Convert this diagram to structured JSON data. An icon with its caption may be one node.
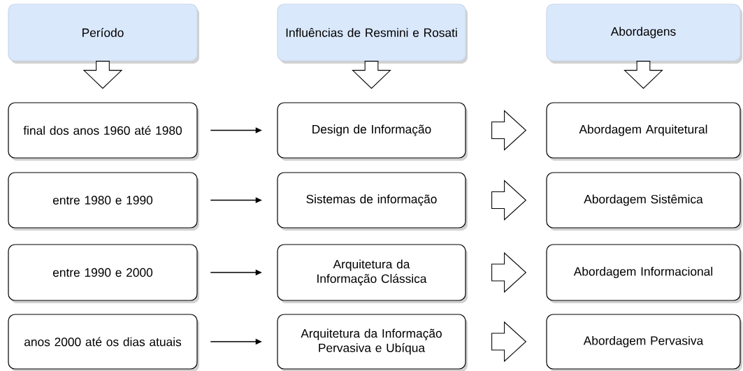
{
  "diagram": {
    "nodes": [
      {
        "text": [
          "Período"
        ]
      },
      {
        "text": [
          "Influências de Resmini e Rosati"
        ]
      },
      {
        "text": [
          "Abordagens"
        ]
      },
      {
        "text": [
          "final dos anos 1960 até 1980"
        ]
      },
      {
        "text": [
          "Design de Informação"
        ]
      },
      {
        "text": [
          "Abordagem Arquitetural"
        ]
      },
      {
        "text": [
          "entre 1980 e 1990"
        ]
      },
      {
        "text": [
          "Sistemas de informação"
        ]
      },
      {
        "text": [
          "Abordagem Sistêmica"
        ]
      },
      {
        "text": [
          "entre 1990 e 2000"
        ]
      },
      {
        "text": [
          "Arquitetura da Informação Clássica"
        ]
      },
      {
        "text": [
          "Abordagem Informacional"
        ]
      },
      {
        "text": [
          "anos 2000 até os dias atuais"
        ]
      },
      {
        "text": [
          "Arquitetura da Informação Pervasiva e Ubíqua"
        ]
      },
      {
        "text": [
          "Abordagem Pervasiva"
        ]
      }
    ],
    "edges": [
      {
        "from": 0,
        "to": 3,
        "arrow": "to",
        "style": "thick"
      },
      {
        "from": 1,
        "to": 4,
        "arrow": "to",
        "style": "thick"
      },
      {
        "from": 2,
        "to": 5,
        "arrow": "to",
        "style": "thick"
      },
      {
        "from": 3,
        "to": 4,
        "arrow": "to"
      },
      {
        "from": 4,
        "to": 5,
        "arrow": "to",
        "style": "thick"
      },
      {
        "from": 6,
        "to": 7,
        "arrow": "to"
      },
      {
        "from": 7,
        "to": 8,
        "arrow": "to",
        "style": "thick"
      },
      {
        "from": 9,
        "to": 10,
        "arrow": "to"
      },
      {
        "from": 10,
        "to": 11,
        "arrow": "to",
        "style": "thick"
      },
      {
        "from": 12,
        "to": 13,
        "arrow": "to"
      },
      {
        "from": 13,
        "to": 14,
        "arrow": "to",
        "style": "thick"
      }
    ]
  }
}
